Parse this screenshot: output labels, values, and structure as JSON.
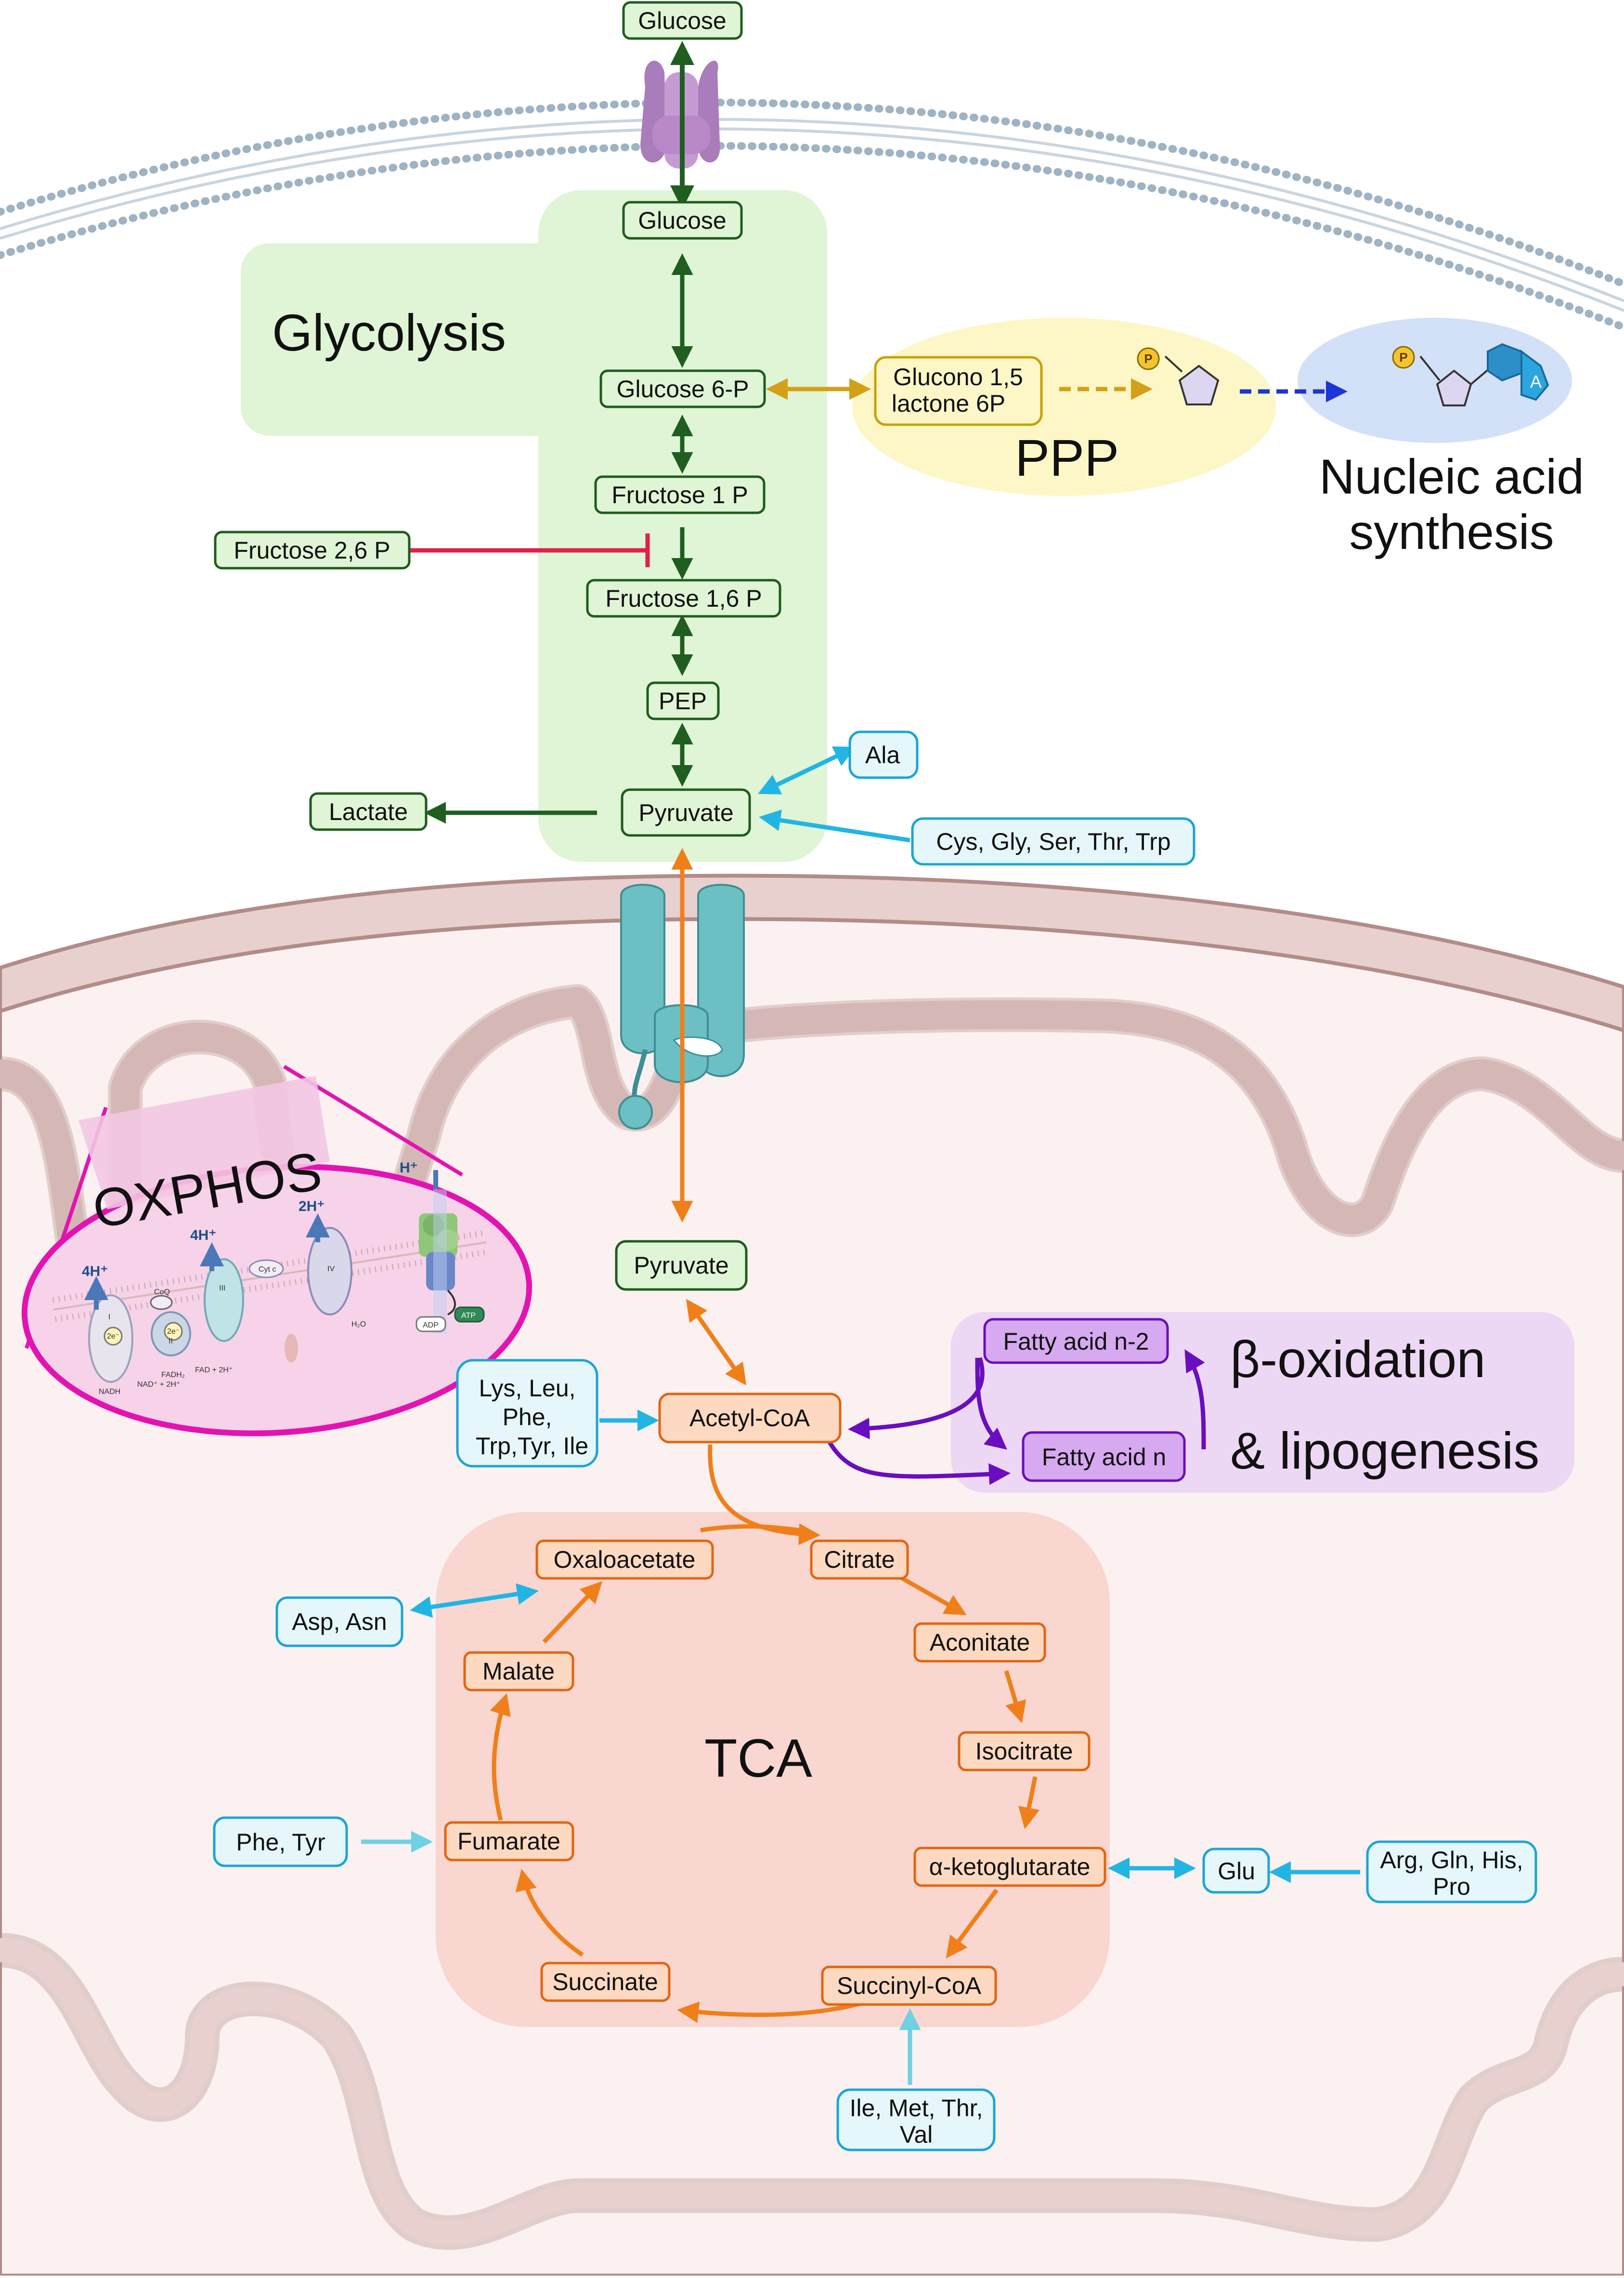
{
  "labels": {
    "glycolysis": "Glycolysis",
    "ppp": "PPP",
    "nucleic_line1": "Nucleic acid",
    "nucleic_line2": "synthesis",
    "tca": "TCA",
    "oxphos": "OXPHOS",
    "beta_line1": "β-oxidation",
    "beta_line2": "& lipogenesis",
    "phosphate": "P",
    "adenine": "A"
  },
  "glycolysis_nodes": {
    "glucose_out": "Glucose",
    "glucose_in": "Glucose",
    "glucose6p": "Glucose 6-P",
    "fructose1p": "Fructose 1 P",
    "fructose26p": "Fructose 2,6 P",
    "fructose16p": "Fructose 1,6 P",
    "pep": "PEP",
    "pyruvate": "Pyruvate",
    "lactate": "Lactate"
  },
  "ppp_nodes": {
    "glucono_line1": "Glucono 1,5",
    "glucono_line2": "lactone 6P"
  },
  "amino_acids": {
    "ala": "Ala",
    "cys_group": "Cys, Gly, Ser, Thr, Trp",
    "lys_line1": "Lys, Leu,",
    "lys_line2": "Phe,",
    "lys_line3": "Trp,Tyr, Ile",
    "asp": "Asp, Asn",
    "phe_tyr": "Phe, Tyr",
    "glu": "Glu",
    "arg_line1": "Arg, Gln, His,",
    "arg_line2": "Pro",
    "ile_line1": "Ile, Met, Thr,",
    "ile_line2": "Val"
  },
  "mito_nodes": {
    "pyruvate": "Pyruvate",
    "acetyl_coa": "Acetyl-CoA",
    "fatty_n2": "Fatty acid n-2",
    "fatty_n": "Fatty acid n"
  },
  "tca_nodes": {
    "oxaloacetate": "Oxaloacetate",
    "citrate": "Citrate",
    "aconitate": "Aconitate",
    "isocitrate": "Isocitrate",
    "akg": "α-ketoglutarate",
    "succinyl_coa": "Succinyl-CoA",
    "succinate": "Succinate",
    "fumarate": "Fumarate",
    "malate": "Malate"
  },
  "oxphos_detail": {
    "h4a": "4H⁺",
    "h4b": "4H⁺",
    "h2": "2H⁺",
    "h": "H⁺",
    "nadh": "NADH",
    "nad": "NAD⁺ + 2H⁺",
    "fadh2": "FADH₂",
    "fad": "FAD + 2H⁺",
    "coq": "CoQ",
    "cytc": "Cyt c",
    "c1": "I",
    "c2": "II",
    "c3": "III",
    "c4": "IV",
    "h2o": "H₂O",
    "adp": "ADP",
    "atp": "ATP",
    "e1": "2e⁻",
    "e2": "2e⁻"
  },
  "colors": {
    "glycolysis_fill": "#dff5d5",
    "glycolysis_stroke": "#1e5c1e",
    "glycolysis_arrow": "#1f5e1f",
    "inhibit": "#e0204a",
    "ppp_fill": "#fdf7c7",
    "ppp_arrow": "#d4a017",
    "nucleic_arrow": "#1d35d6",
    "nucleic_bg": "#d2e0f8",
    "amino_fill": "#e6f7fb",
    "amino_stroke": "#1aa5d6",
    "amino_arrow": "#22b5e3",
    "tca_bg": "#f9d6d0",
    "tca_node_fill": "#fcd9c0",
    "tca_stroke": "#e3640f",
    "tca_arrow": "#f07f1a",
    "fatty_bg": "#ecd8f4",
    "fatty_node": "#d7a9f0",
    "fatty_arrow": "#6a0dbf",
    "mito_membrane": "#e6cdcb",
    "mito_outline": "#b8928f",
    "transporter": "#6cc0c4",
    "glut": "#a97cbc",
    "oxphos_magenta": "#e313b2"
  }
}
